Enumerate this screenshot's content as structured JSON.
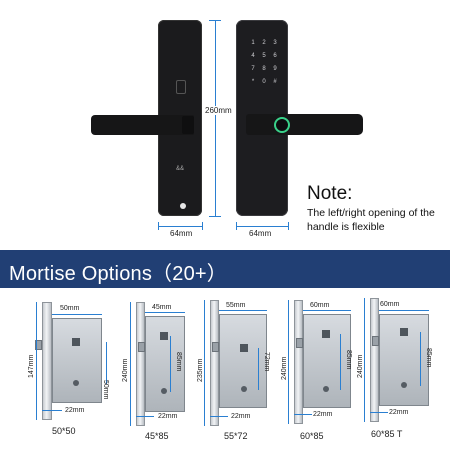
{
  "top": {
    "height_label": "260mm",
    "front_width_label": "64mm",
    "back_width_label": "64mm",
    "keypad_keys": [
      "1",
      "2",
      "3",
      "4",
      "5",
      "6",
      "7",
      "8",
      "9",
      "*",
      "0",
      "#"
    ],
    "logo_mark": "&&",
    "fingerprint_color": "#39d18a"
  },
  "note": {
    "title": "Note:",
    "body": "The left/right opening of the handle is flexible"
  },
  "banner": {
    "text": "Mortise Options（20+）",
    "background": "#213f74"
  },
  "mortises": [
    {
      "caption": "50*50",
      "labels": [
        "50mm",
        "50mm",
        "147mm",
        "22mm"
      ]
    },
    {
      "caption": "45*85",
      "labels": [
        "45mm",
        "85mm",
        "240mm",
        "22mm"
      ]
    },
    {
      "caption": "55*72",
      "labels": [
        "55mm",
        "72mm",
        "235mm",
        "22mm"
      ]
    },
    {
      "caption": "60*85",
      "labels": [
        "60mm",
        "85mm",
        "240mm",
        "22mm"
      ]
    },
    {
      "caption": "60*85 T",
      "labels": [
        "60mm",
        "85mm",
        "240mm",
        "22mm"
      ]
    }
  ]
}
